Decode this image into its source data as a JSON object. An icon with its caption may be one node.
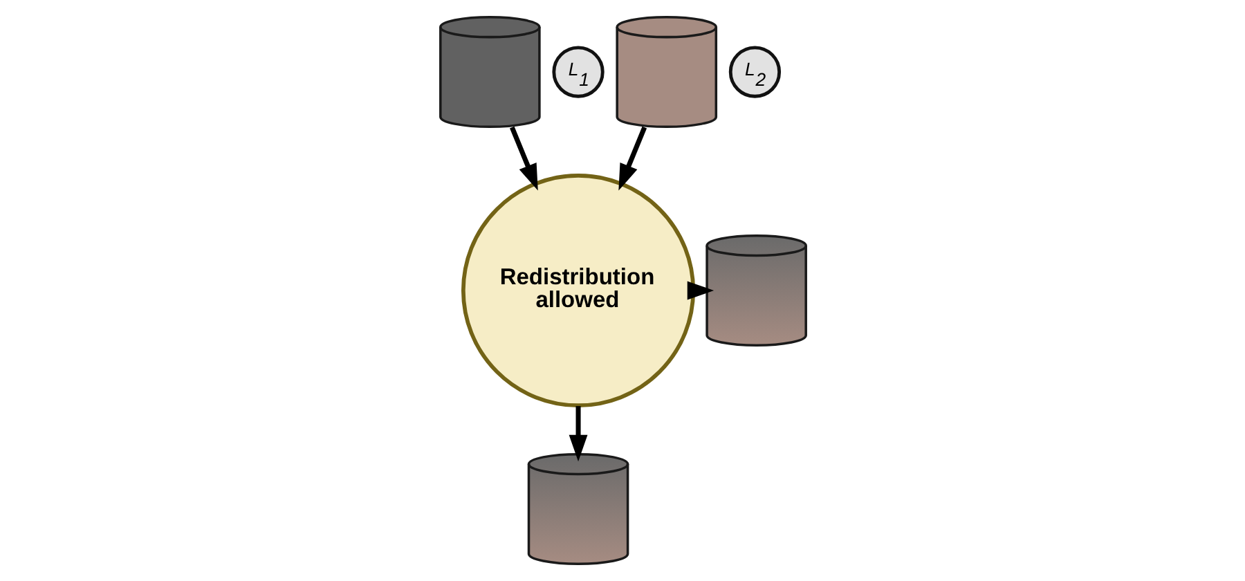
{
  "diagram": {
    "nodes": [
      {
        "text": [],
        "shape": "cylinder"
      },
      {
        "text": [
          "L$_{1}$"
        ]
      },
      {
        "text": [],
        "shape": "cylinder"
      },
      {
        "text": [
          "L$_{2}$"
        ]
      },
      {
        "text": [
          "Redistribution allowed"
        ]
      },
      {
        "text": [],
        "shape": "cylinder"
      },
      {
        "text": [],
        "shape": "cylinder"
      }
    ],
    "edges": [
      {
        "from": 0,
        "to": 4,
        "arrow": "to"
      },
      {
        "from": 2,
        "to": 4,
        "arrow": "to"
      },
      {
        "from": 4,
        "to": 5,
        "arrow": "to"
      },
      {
        "from": 4,
        "to": 6,
        "arrow": "to"
      }
    ]
  }
}
